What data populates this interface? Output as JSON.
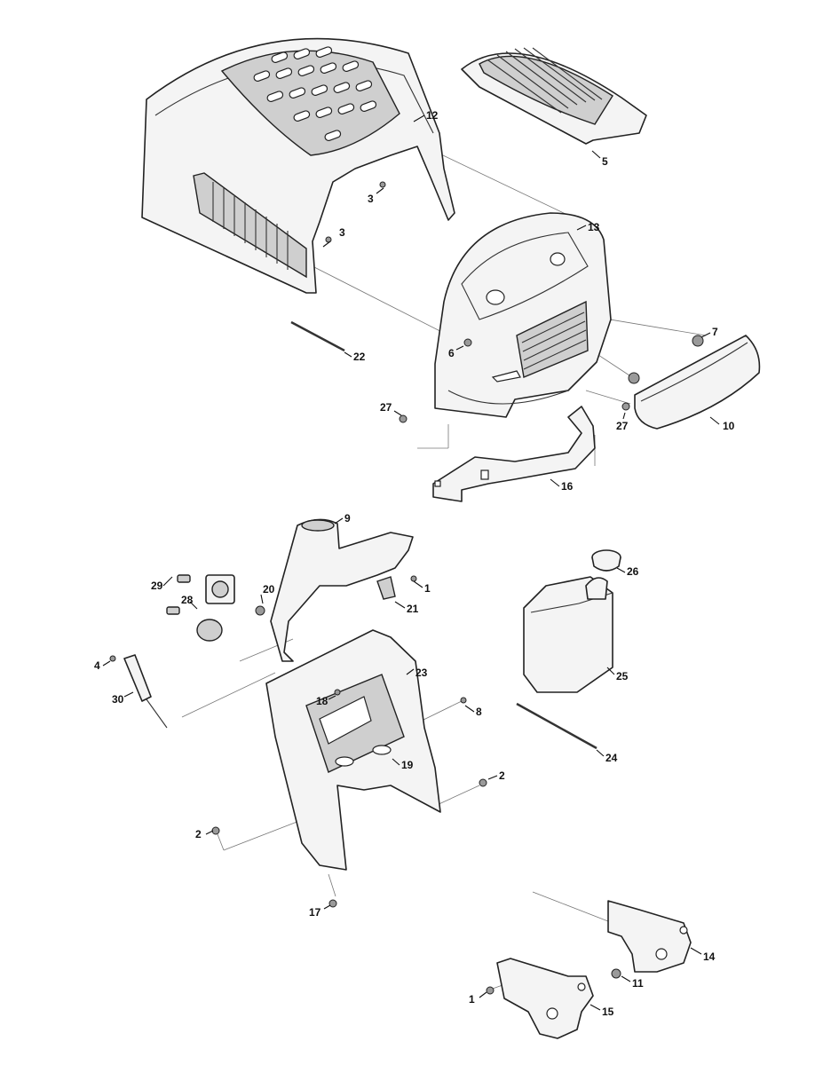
{
  "callouts": [
    {
      "id": "c12",
      "text": "12"
    },
    {
      "id": "c5",
      "text": "5"
    },
    {
      "id": "c3a",
      "text": "3"
    },
    {
      "id": "c3b",
      "text": "3"
    },
    {
      "id": "c13",
      "text": "13"
    },
    {
      "id": "c7",
      "text": "7"
    },
    {
      "id": "c22",
      "text": "22"
    },
    {
      "id": "c6",
      "text": "6"
    },
    {
      "id": "c27a",
      "text": "27"
    },
    {
      "id": "c27b",
      "text": "27"
    },
    {
      "id": "c10",
      "text": "10"
    },
    {
      "id": "c16",
      "text": "16"
    },
    {
      "id": "c9",
      "text": "9"
    },
    {
      "id": "c1a",
      "text": "1"
    },
    {
      "id": "c21",
      "text": "21"
    },
    {
      "id": "c29",
      "text": "29"
    },
    {
      "id": "c20",
      "text": "20"
    },
    {
      "id": "c28",
      "text": "28"
    },
    {
      "id": "c4",
      "text": "4"
    },
    {
      "id": "c30",
      "text": "30"
    },
    {
      "id": "c18",
      "text": "18"
    },
    {
      "id": "c23",
      "text": "23"
    },
    {
      "id": "c8",
      "text": "8"
    },
    {
      "id": "c19",
      "text": "19"
    },
    {
      "id": "c2a",
      "text": "2"
    },
    {
      "id": "c2b",
      "text": "2"
    },
    {
      "id": "c17",
      "text": "17"
    },
    {
      "id": "c26",
      "text": "26"
    },
    {
      "id": "c25",
      "text": "25"
    },
    {
      "id": "c24",
      "text": "24"
    },
    {
      "id": "c14",
      "text": "14"
    },
    {
      "id": "c11",
      "text": "11"
    },
    {
      "id": "c1b",
      "text": "1"
    },
    {
      "id": "c15",
      "text": "15"
    }
  ]
}
